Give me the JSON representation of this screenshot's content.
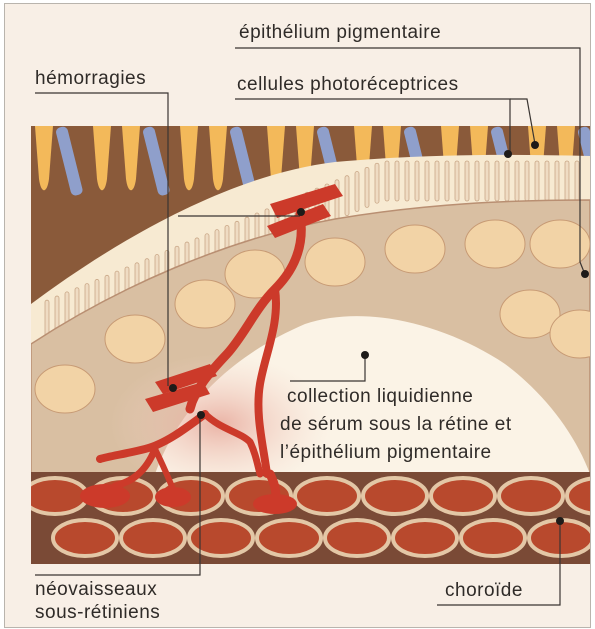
{
  "labels": {
    "epithelium": "épithélium pigmentaire",
    "hemorrhages": "hémorragies",
    "photoreceptors": "cellules photoréceptrices",
    "fluid_line1": "collection liquidienne",
    "fluid_line2": "de sérum sous la rétine et",
    "fluid_line3": "l’épithélium pigmentaire",
    "neovessels_line1": "néovaisseaux",
    "neovessels_line2": "sous-rétiniens",
    "choroid": "choroïde"
  },
  "colors": {
    "background": "#f8efe6",
    "photoreceptor_layer": "#8a5a3a",
    "cone_yellow": "#f3b95a",
    "rod_blue": "#8f9fcb",
    "detached_retina": "#f7ead2",
    "epithelium_cells": "#d9bfa2",
    "nucleus": "#f2d3a6",
    "fluid": "#fbf3e6",
    "choroid_band": "#7a4a36",
    "choroid_vessels": "#b8492d",
    "neovessels": "#cc3a2a",
    "leader_lines": "#3a3532"
  }
}
